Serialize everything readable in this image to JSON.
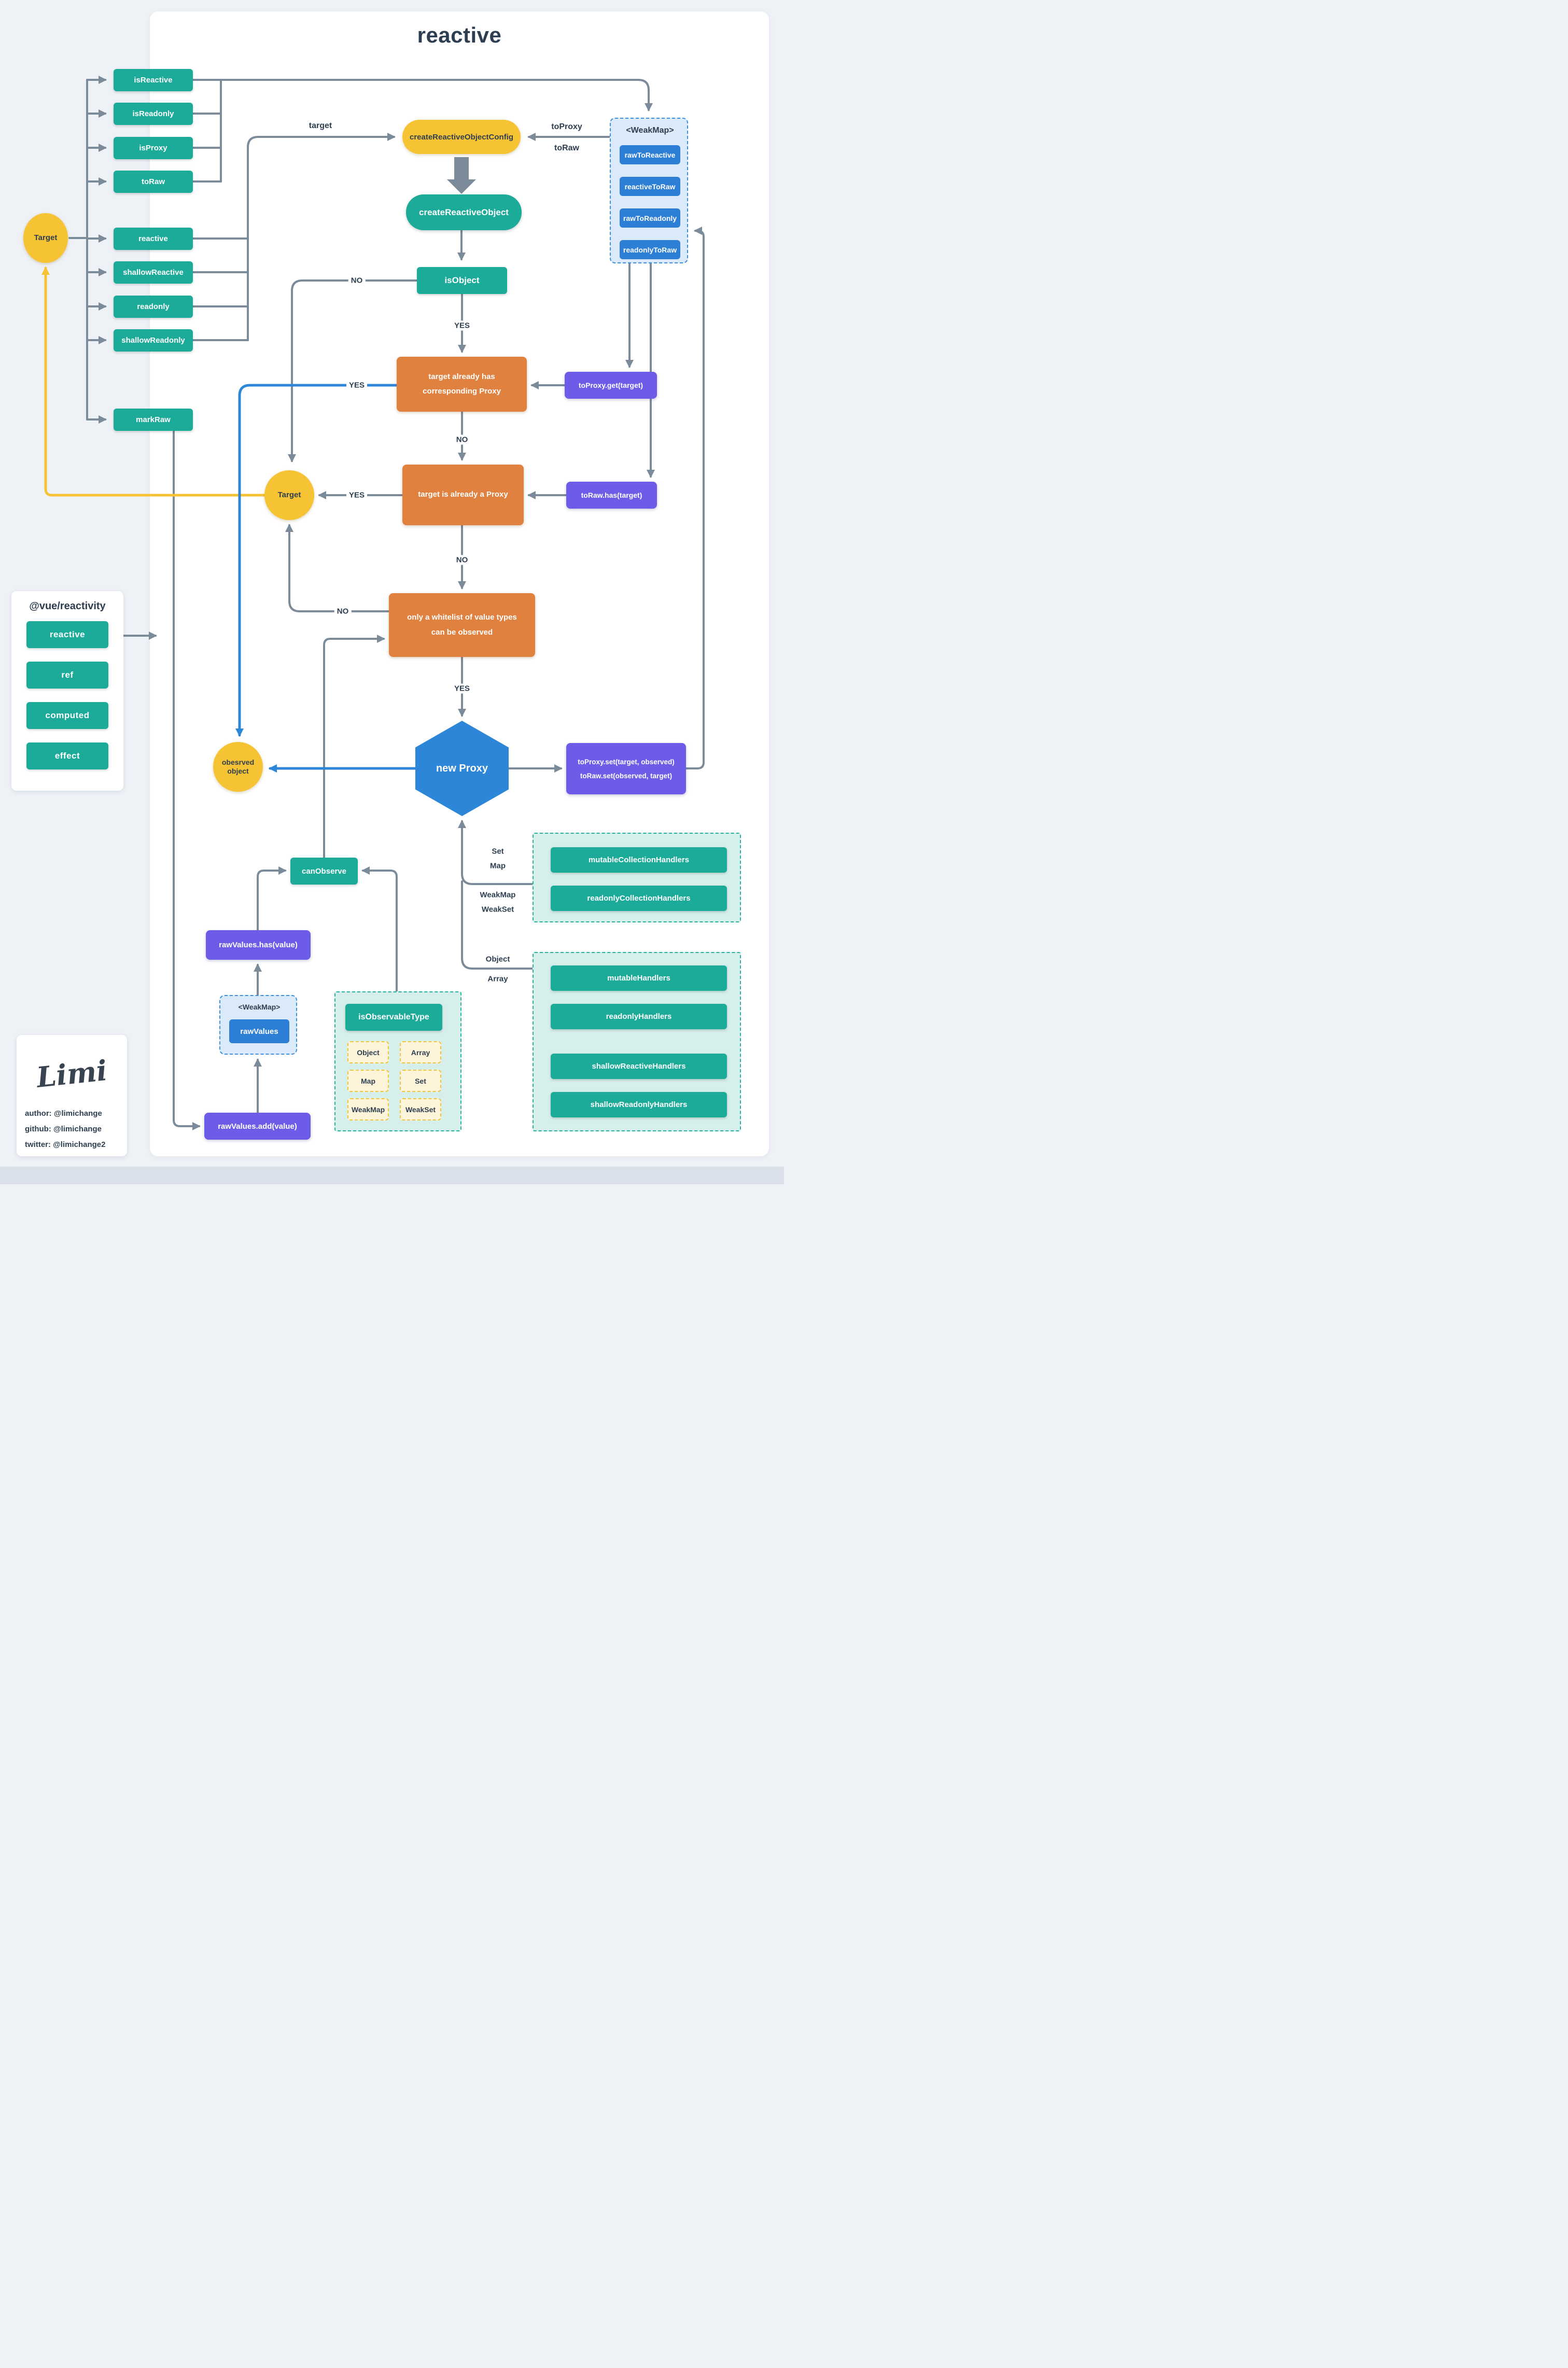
{
  "title": "reactive",
  "labels": {
    "yes": "YES",
    "no": "NO",
    "target_arg": "target",
    "to_proxy": "toProxy",
    "to_raw": "toRaw"
  },
  "colors": {
    "teal": "#1caa99",
    "yellow": "#f6c334",
    "orange": "#e0813f",
    "purple": "#6c5ce7",
    "blue": "#2d86d8",
    "wire_gray": "#7c8b9a",
    "dark_text": "#2d3e50",
    "page_bg": "#eef1f6"
  },
  "left_api": {
    "checks": [
      "isReactive",
      "isReadonly",
      "isProxy",
      "toRaw"
    ],
    "target_circle": "Target",
    "creators": [
      "reactive",
      "shallowReactive",
      "readonly",
      "shallowReadonly"
    ],
    "mark_raw": "markRaw"
  },
  "package_card": {
    "title": "@vue/reactivity",
    "items": [
      "reactive",
      "ref",
      "computed",
      "effect"
    ]
  },
  "flow": {
    "create_config": "createReactiveObjectConfig",
    "create_object": "createReactiveObject",
    "is_object": "isObject",
    "already_has_proxy_l1": "target already has",
    "already_has_proxy_l2": "corresponding Proxy",
    "to_proxy_get": "toProxy.get(target)",
    "is_already_proxy": "target is already a Proxy",
    "to_raw_has": "toRaw.has(target)",
    "target_circle": "Target",
    "whitelist_l1": "only a whitelist of value types",
    "whitelist_l2": "can be observed",
    "new_proxy": "new Proxy",
    "set_ops_l1": "toProxy.set(target, observed)",
    "set_ops_l2": "toRaw.set(observed, target)",
    "observed_l1": "obesrved",
    "observed_l2": "object"
  },
  "weakmap_top": {
    "title": "<WeakMap>",
    "items": [
      "rawToReactive",
      "reactiveToRaw",
      "rawToReadonly",
      "readonlyToRaw"
    ]
  },
  "raw_values": {
    "has": "rawValues.has(value)",
    "weakmap_title": "<WeakMap>",
    "name": "rawValues",
    "add": "rawValues.add(value)",
    "can_observe": "canObserve"
  },
  "observable_type": {
    "title": "isObservableType",
    "types": [
      "Object",
      "Array",
      "Map",
      "Set",
      "WeakMap",
      "WeakSet"
    ]
  },
  "collection_handlers": {
    "type_labels": [
      "Set",
      "Map",
      "WeakMap",
      "WeakSet"
    ],
    "items": [
      "mutableCollectionHandlers",
      "readonlyCollectionHandlers"
    ]
  },
  "base_handlers": {
    "type_labels": [
      "Object",
      "Array"
    ],
    "items": [
      "mutableHandlers",
      "readonlyHandlers",
      "shallowReactiveHandlers",
      "shallowReadonlyHandlers"
    ]
  },
  "signature": {
    "logo": "Limi",
    "lines": [
      "author: @limichange",
      "github: @limichange",
      "twitter: @limichange2"
    ]
  }
}
